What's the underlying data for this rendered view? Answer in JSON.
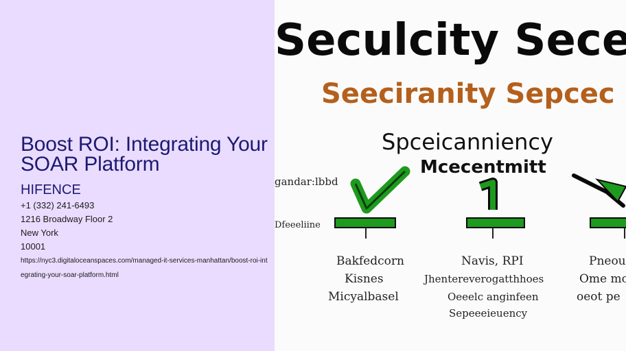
{
  "article": {
    "title": "Boost ROI: Integrating Your SOAR Platform",
    "company": "HIFENCE",
    "phone": "+1 (332) 241-6493",
    "address_line": "1216 Broadway Floor 2",
    "city": "New York",
    "zip": "10001",
    "url": "https://nyc3.digitaloceanspaces.com/managed-it-services-manhattan/boost-roi-integrating-your-soar-platform.html"
  },
  "illustration": {
    "heading": "Seculcity Secers",
    "subheading": "Seeciranity Sepcec",
    "center_title_line1": "Spceicanniency",
    "center_title_line2": "Mcecentmitt",
    "left_label_top": "gandar:lbbd",
    "left_label_mid": "Dfeeeliine",
    "col1_lines": [
      "Bakfedcorn",
      "Kisnes",
      "Micyalbasel"
    ],
    "col2_lines": [
      "Navis, RPI",
      "Jhentereverogatthhoes",
      "Oeeelc anginfeen",
      "Sepeeeieuency"
    ],
    "col3_lines": [
      "Pneou",
      "Ome mc",
      "oeot pe"
    ],
    "colors": {
      "heading": "#0a0a0a",
      "subheading": "#b4601c",
      "green": "#1e9a1e",
      "ink": "#222222"
    }
  }
}
